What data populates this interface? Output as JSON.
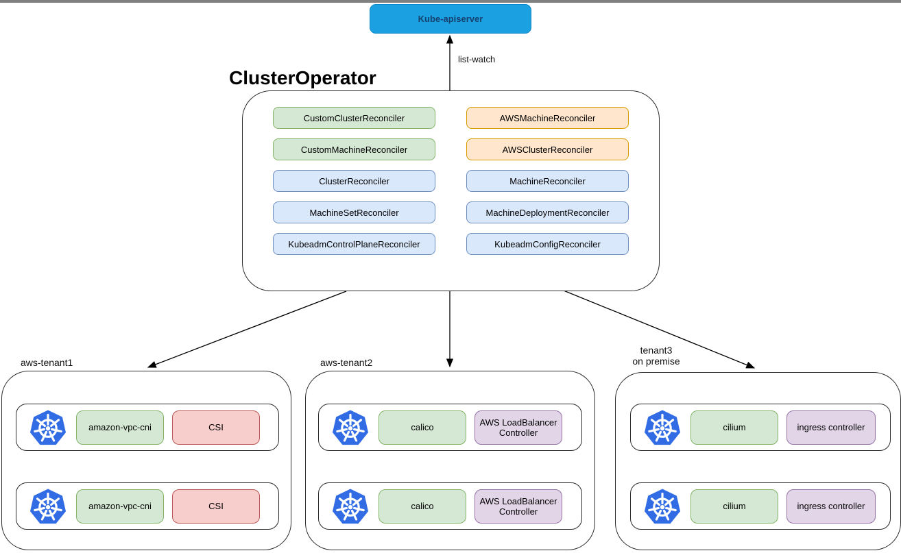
{
  "palette": {
    "green": {
      "fill": "#D5E8D4",
      "stroke": "#82B366"
    },
    "blue": {
      "fill": "#DAE8FC",
      "stroke": "#6C8EBF"
    },
    "orange": {
      "fill": "#FFE6CC",
      "stroke": "#D79B00"
    },
    "red": {
      "fill": "#F8CECC",
      "stroke": "#B85450"
    },
    "purple": {
      "fill": "#E1D5E7",
      "stroke": "#9673A6"
    },
    "apiserver": {
      "fill": "#1BA1E2",
      "stroke": "#0F88C4",
      "text": "#16416E"
    },
    "kubernetes_blue": {
      "fill": "#326CE5"
    }
  },
  "apiserver": {
    "label": "Kube-apiserver",
    "color": "apiserver"
  },
  "edges": {
    "list_watch_label": "list-watch"
  },
  "operator": {
    "title": "ClusterOperator",
    "reconcilers": [
      {
        "label": "CustomClusterReconciler",
        "color": "green"
      },
      {
        "label": "AWSMachineReconciler",
        "color": "orange"
      },
      {
        "label": "CustomMachineReconciler",
        "color": "green"
      },
      {
        "label": "AWSClusterReconciler",
        "color": "orange"
      },
      {
        "label": "ClusterReconciler",
        "color": "blue"
      },
      {
        "label": "MachineReconciler",
        "color": "blue"
      },
      {
        "label": "MachineSetReconciler",
        "color": "blue"
      },
      {
        "label": "MachineDeploymentReconciler",
        "color": "blue"
      },
      {
        "label": "KubeadmControlPlaneReconciler",
        "color": "blue"
      },
      {
        "label": "KubeadmConfigReconciler",
        "color": "blue"
      }
    ]
  },
  "tenants": [
    {
      "label": "aws-tenant1",
      "label_line2": "",
      "clusters": [
        {
          "cni": "amazon-vpc-cni",
          "cni_color": "green",
          "addon": "CSI",
          "addon_color": "red"
        },
        {
          "cni": "amazon-vpc-cni",
          "cni_color": "green",
          "addon": "CSI",
          "addon_color": "red"
        }
      ]
    },
    {
      "label": "aws-tenant2",
      "label_line2": "",
      "clusters": [
        {
          "cni": "calico",
          "cni_color": "green",
          "addon": "AWS LoadBalancer Controller",
          "addon_color": "purple"
        },
        {
          "cni": "calico",
          "cni_color": "green",
          "addon": "AWS LoadBalancer Controller",
          "addon_color": "purple"
        }
      ]
    },
    {
      "label": "tenant3",
      "label_line2": "on premise",
      "clusters": [
        {
          "cni": "cilium",
          "cni_color": "green",
          "addon": "ingress controller",
          "addon_color": "purple"
        },
        {
          "cni": "cilium",
          "cni_color": "green",
          "addon": "ingress controller",
          "addon_color": "purple"
        }
      ]
    }
  ]
}
